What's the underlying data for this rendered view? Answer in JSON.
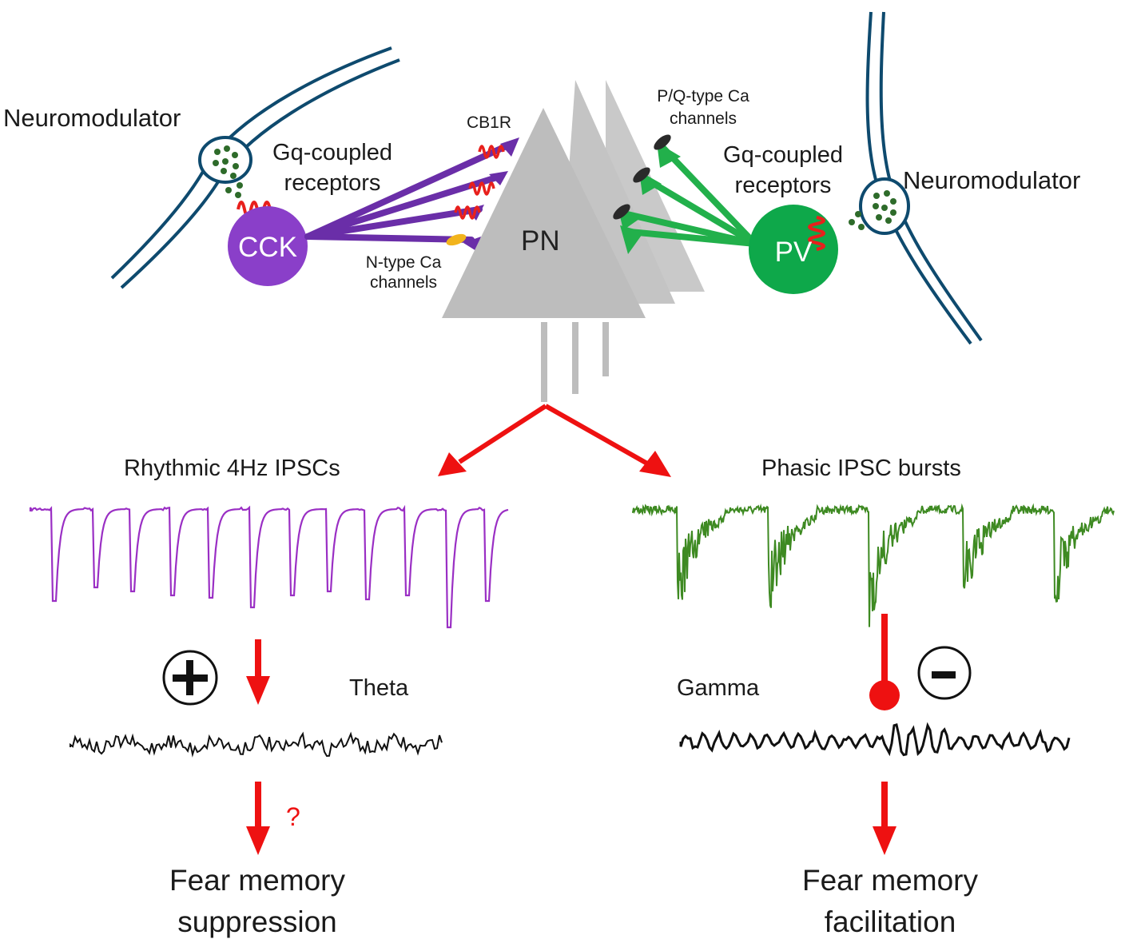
{
  "neuromodulator_left": "Neuromodulator",
  "neuromodulator_right": "Neuromodulator",
  "gq_left": [
    "Gq-coupled",
    "receptors"
  ],
  "gq_right": [
    "Gq-coupled",
    "receptors"
  ],
  "cck": "CCK",
  "pv": "PV",
  "pn": "PN",
  "cb1r": "CB1R",
  "ntype": [
    "N-type Ca",
    "channels"
  ],
  "pqtype": [
    "P/Q-type Ca",
    "channels"
  ],
  "rhythmic": "Rhythmic 4Hz IPSCs",
  "phasic": "Phasic IPSC bursts",
  "plus": "+",
  "minus": "−",
  "theta": "Theta",
  "gamma": "Gamma",
  "question": "?",
  "outcome_left": [
    "Fear memory",
    "suppression"
  ],
  "outcome_right": [
    "Fear memory",
    "facilitation"
  ],
  "colors": {
    "cck_purple": "#8a3fc9",
    "axon_purple": "#6a2ea8",
    "pv_green": "#1fa64a",
    "axon_green": "#22b04b",
    "pn_gray": "#bdbdbd",
    "receptor_red": "#e8201c",
    "arrow_red": "#ee1111",
    "fiber_blue": "#0e4a6e",
    "vesicle_green": "#2e6b2a",
    "ntype_yellow": "#f2b41c",
    "trace_purple": "#9a2fc4",
    "trace_green": "#3e8a22"
  }
}
